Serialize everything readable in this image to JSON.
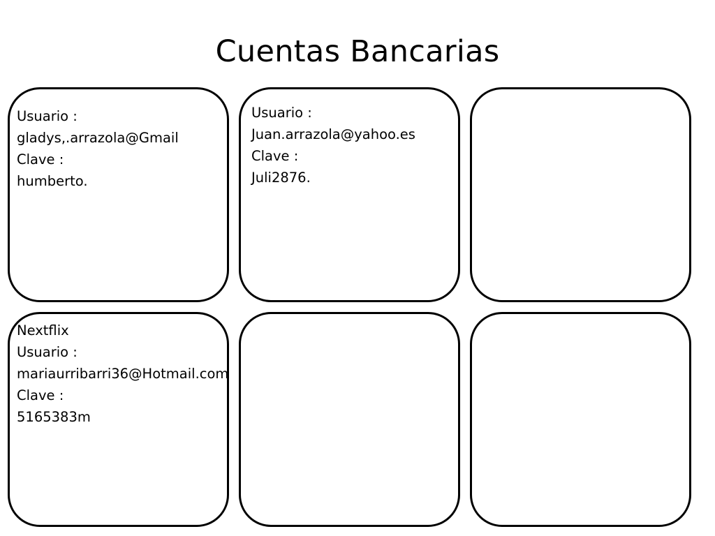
{
  "title": "Cuentas Bancarias",
  "cards": [
    {
      "lines": [
        "Usuario :",
        "gladys,.arrazola@Gmail",
        "Clave :",
        "humberto."
      ]
    },
    {
      "lines": [
        "Usuario :",
        "Juan.arrazola@yahoo.es",
        "Clave :",
        "Juli2876."
      ]
    },
    {
      "lines": []
    },
    {
      "lines": [
        "Nextflix",
        "Usuario :",
        "mariaurribarri36@Hotmail.com",
        "Clave :",
        "5165383m"
      ]
    },
    {
      "lines": []
    },
    {
      "lines": []
    }
  ]
}
